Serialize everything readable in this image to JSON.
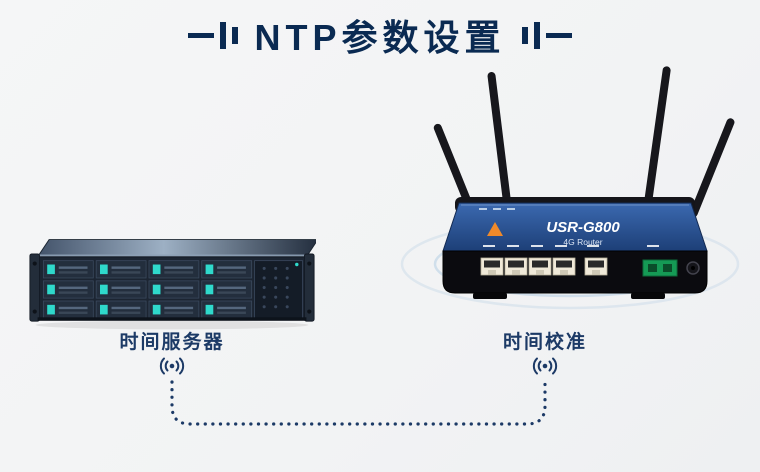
{
  "title": {
    "text": "NTP参数设置"
  },
  "server": {
    "label": "时间服务器"
  },
  "router": {
    "label": "时间校准",
    "brand": "USR-G800",
    "model": "4G Router"
  },
  "colors": {
    "title": "#0a2a52",
    "label": "#1c3a66",
    "dotted_line": "#1c3a66",
    "ripple": "#b5cde4",
    "router_top": "#24477f",
    "drive_led": "#2fd9cb",
    "port": "#efe9d8",
    "terminal_block": "#159a55",
    "logo_orange": "#f08a2a"
  }
}
